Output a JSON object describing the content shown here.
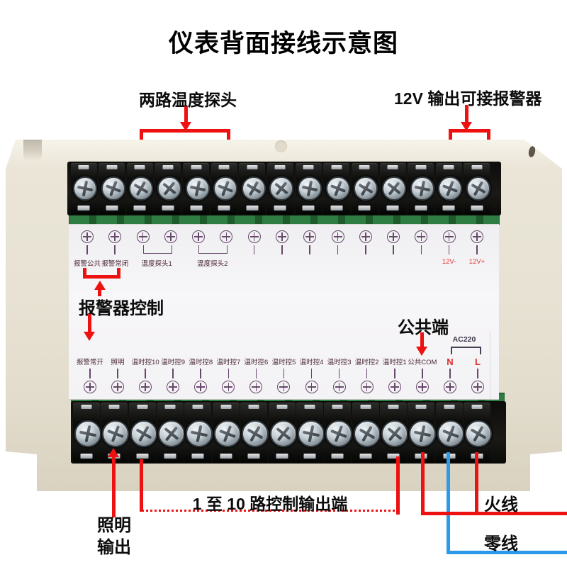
{
  "title": "仪表背面接线示意图",
  "callouts": {
    "temp_probes": "两路温度探头",
    "alarm_12v": "12V 输出可接报警器",
    "alarm_control": "报警器控制",
    "common_terminal": "公共端",
    "control_outputs": "1 至 10 路控制输出端",
    "lighting_line1": "照明",
    "lighting_line2": "输出",
    "live_wire": "火线",
    "neutral_wire": "零线"
  },
  "panel": {
    "top_row": [
      {
        "label": "报警公共"
      },
      {
        "label": "报警常闭"
      },
      {
        "label": ""
      },
      {
        "label": ""
      },
      {
        "label": ""
      },
      {
        "label": ""
      },
      {
        "label": ""
      },
      {
        "label": ""
      },
      {
        "label": ""
      },
      {
        "label": ""
      },
      {
        "label": ""
      },
      {
        "label": ""
      },
      {
        "label": ""
      },
      {
        "label": "12V-",
        "red": true
      },
      {
        "label": "12V+",
        "red": true
      }
    ],
    "top_groups": [
      {
        "label": "温度探头1",
        "start": 2,
        "end": 3
      },
      {
        "label": "温度探头2",
        "start": 4,
        "end": 5
      }
    ],
    "bottom_row": [
      {
        "label": "报警常开"
      },
      {
        "label": "照明"
      },
      {
        "label": "温时控10"
      },
      {
        "label": "温时控9"
      },
      {
        "label": "温时控8"
      },
      {
        "label": "温时控7"
      },
      {
        "label": "温时控6"
      },
      {
        "label": "温时控5"
      },
      {
        "label": "温时控4"
      },
      {
        "label": "温时控3"
      },
      {
        "label": "温时控2"
      },
      {
        "label": "温时控1"
      },
      {
        "label": "公共COM"
      },
      {
        "label": "N",
        "big": true
      },
      {
        "label": "L",
        "big": true
      }
    ],
    "ac220": "AC220",
    "top_terminal_count": 15,
    "bottom_terminal_count": 15
  },
  "colors": {
    "annotation_red": "#ee1111",
    "neutral_blue": "#2b9ae9",
    "panel_print": "#66486a",
    "case_beige": "#e7e2d3"
  }
}
